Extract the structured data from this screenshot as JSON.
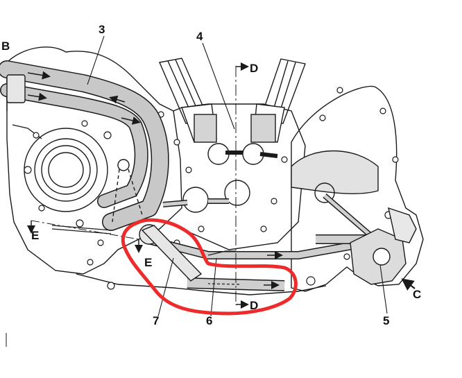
{
  "diagram": {
    "callouts": {
      "c1": "3",
      "c2": "4",
      "c3": "5",
      "c4": "6",
      "c5": "7"
    },
    "view_marks": {
      "d_top": "D",
      "d_bottom": "D",
      "e_left": "E",
      "e_mid": "E",
      "c_arrow": "C",
      "partial_left": "B"
    },
    "colors": {
      "line": "#1a1a1a",
      "hose_fill": "#c8c8c8",
      "highlight": "#ee2b2b",
      "paper": "#ffffff"
    }
  }
}
